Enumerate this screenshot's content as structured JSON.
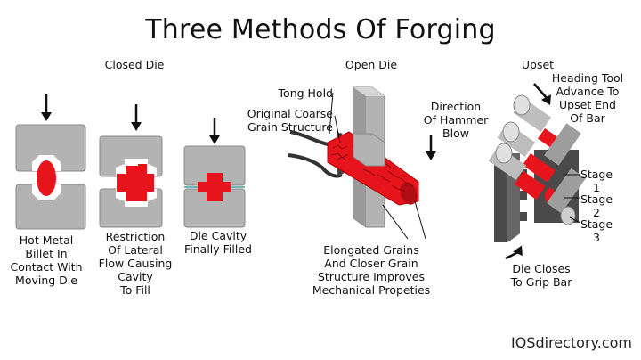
{
  "title": "Three Methods Of Forging",
  "sections": {
    "closed_die": "Closed Die",
    "open_die": "Open Die",
    "upset": "Upset"
  },
  "closed_die": {
    "step1": "Hot Metal\nBillet In\nContact With\nMoving Die",
    "step2": "Restriction\nOf Lateral\nFlow Causing\nCavity\nTo Fill",
    "step3": "Die Cavity\nFinally Filled"
  },
  "open_die": {
    "tong_hold": "Tong Hold",
    "grain_structure": "Original Coarse\nGrain Structure",
    "hammer_direction": "Direction\nOf Hammer\nBlow",
    "elongated": "Elongated Grains\nAnd Closer Grain\nStructure Improves\nMechanical Propeties"
  },
  "upset": {
    "heading_tool": "Heading Tool\nAdvance To\nUpset End\nOf Bar",
    "stage1": "Stage\n1",
    "stage2": "Stage\n2",
    "stage3": "Stage\n3",
    "die_closes": "Die Closes\nTo Grip Bar"
  },
  "brand": "IQSdirectory.com",
  "colors": {
    "metal_red": "#e8141c",
    "die_gray": "#b3b3b3",
    "die_dark": "#4a4a4a",
    "die_light": "#d6d6d6"
  }
}
